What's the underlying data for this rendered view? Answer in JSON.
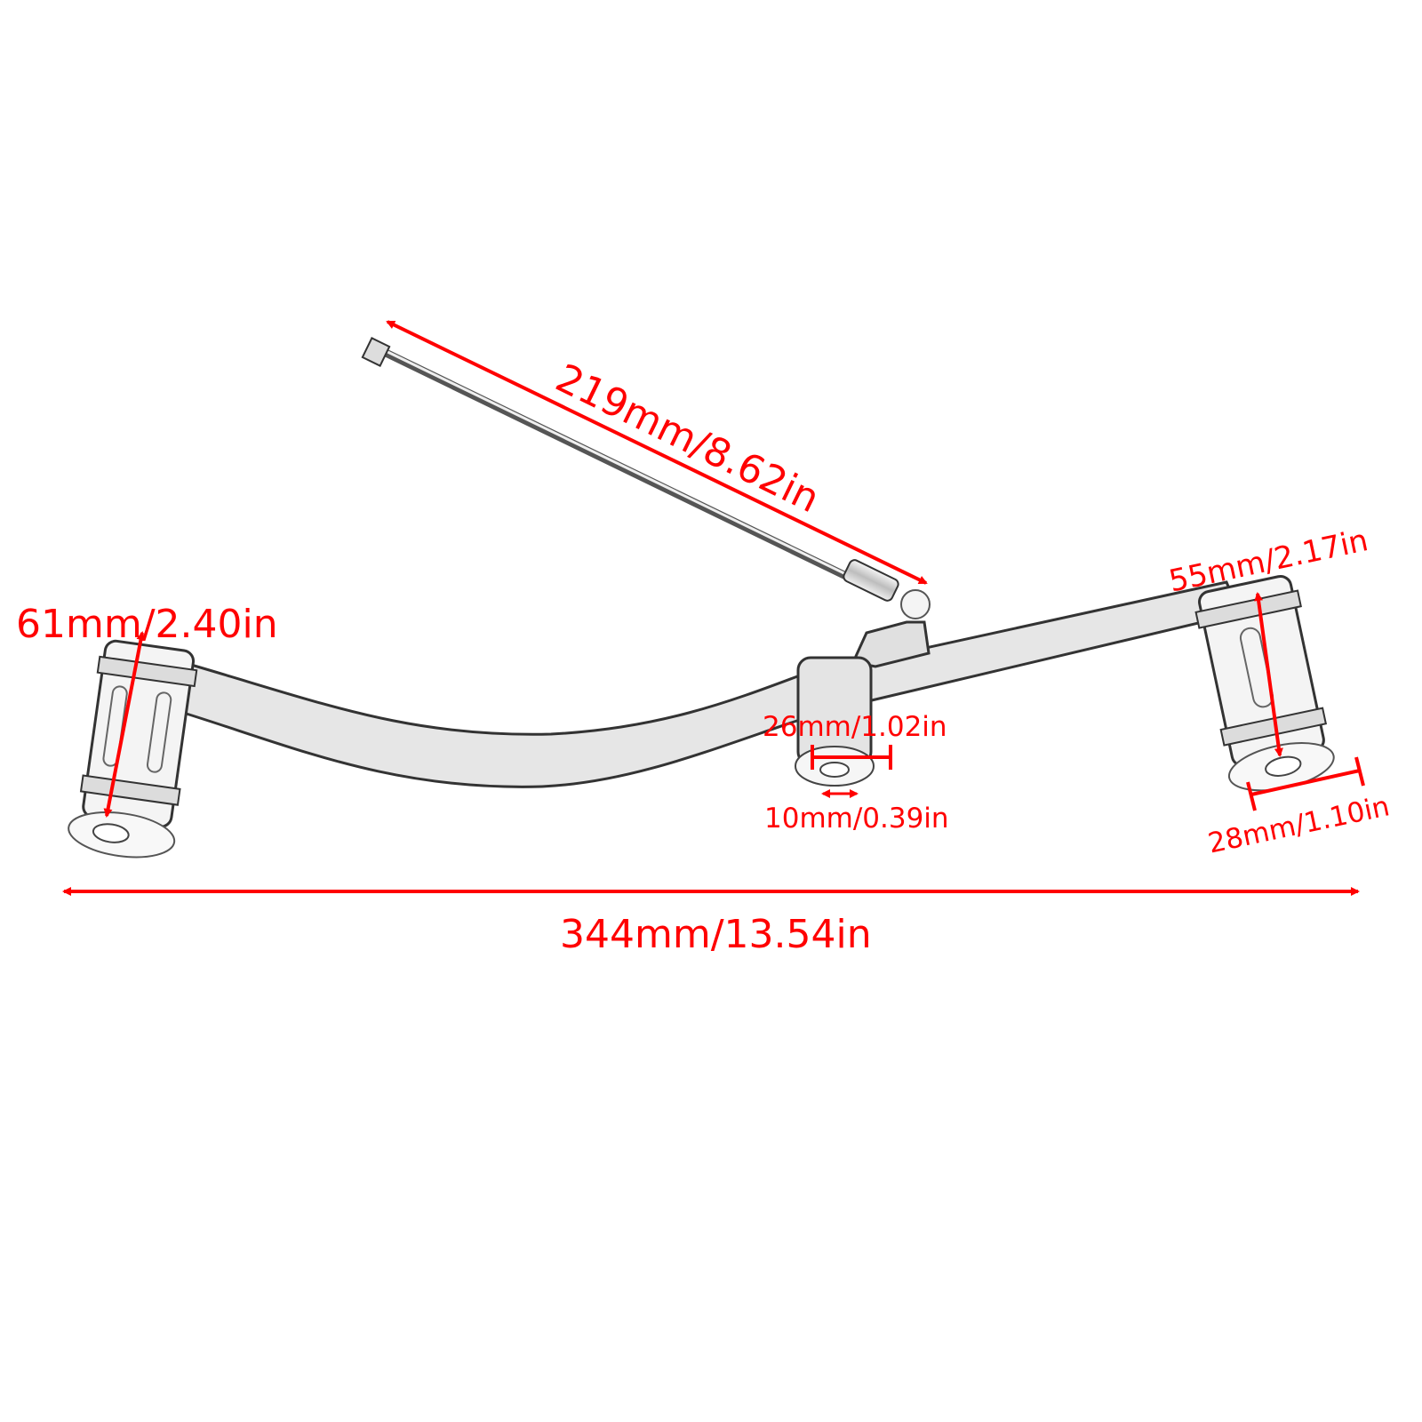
{
  "diagram": {
    "subject": "shift lever with linkage rod and two foot pegs",
    "colors": {
      "annotation": "#ff0000",
      "line_art": "#222222",
      "fill": "#e8e8e8",
      "background": "#ffffff"
    },
    "dimensions": {
      "rod_length": "219mm/8.62in",
      "left_peg_length": "61mm/2.40in",
      "right_peg_length": "55mm/2.17in",
      "pivot_width": "26mm/1.02in",
      "bore_diameter": "10mm/0.39in",
      "right_peg_diameter": "28mm/1.10in",
      "overall_length": "344mm/13.54in"
    }
  }
}
